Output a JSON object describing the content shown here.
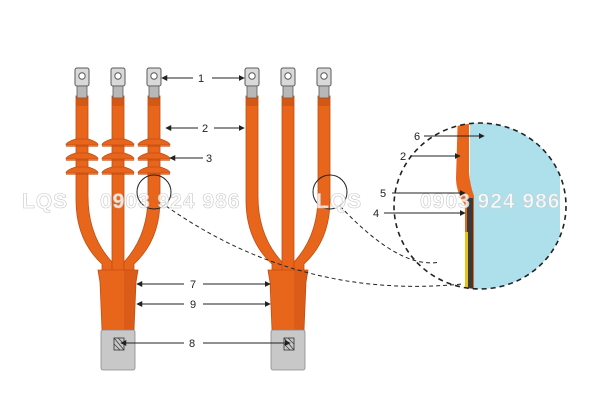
{
  "colors": {
    "insulation": "#e8651c",
    "insulation_dark": "#c24e10",
    "insulation_light": "#f58a45",
    "lug": "#d9d9d9",
    "lug_stroke": "#5a5a5a",
    "cable_core": "#c8c8c8",
    "cable_core_dark": "#8a8a8a",
    "screen_blue": "#aee0ec",
    "conductor_yellow": "#e6c21a",
    "line": "#222222"
  },
  "callouts": {
    "c1": "1",
    "c2": "2",
    "c3": "3",
    "c4": "4",
    "c5": "5",
    "c6": "6",
    "c7": "7",
    "c8": "8",
    "c9": "9",
    "detail_c2": "2"
  },
  "watermark": {
    "left_brand": "LQS",
    "left_phone": "0903 924 986",
    "right_brand": "LQS",
    "right_phone": "0903 924 986"
  }
}
